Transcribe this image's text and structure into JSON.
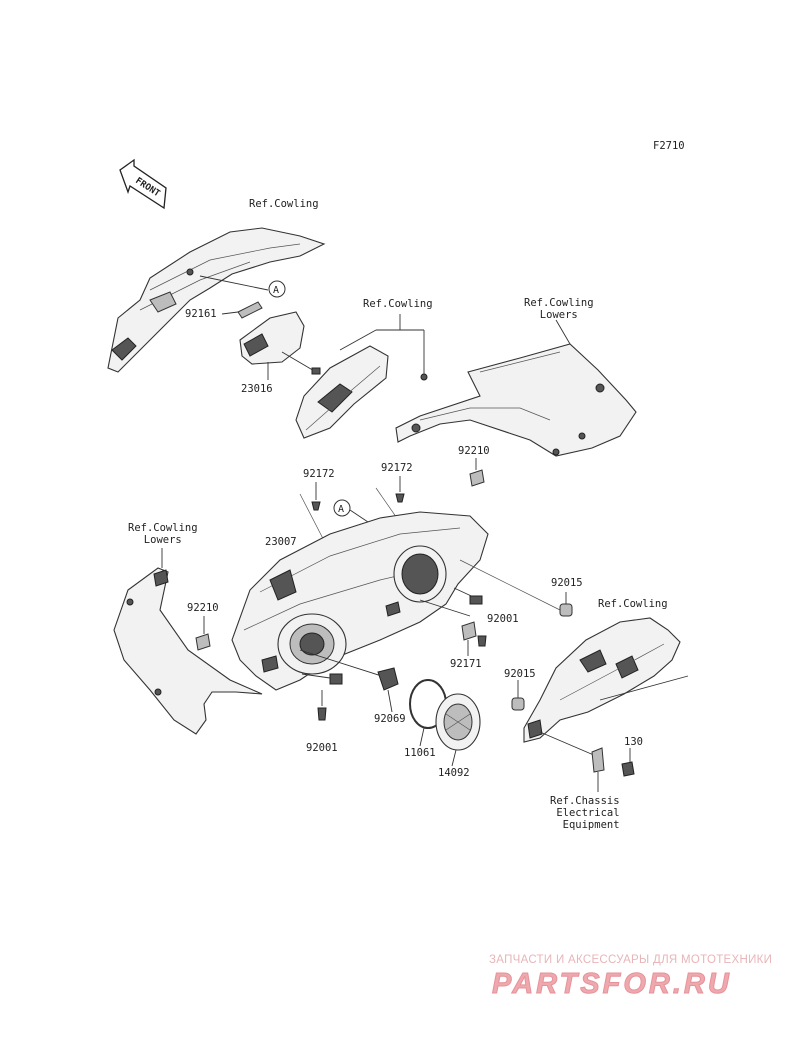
{
  "figure_code": "F2710",
  "front_arrow_label": "FRONT",
  "parts": [
    {
      "number": "92161"
    },
    {
      "number": "23016"
    },
    {
      "number": "92172"
    },
    {
      "number": "23007"
    },
    {
      "number": "92210"
    },
    {
      "number": "92001"
    },
    {
      "number": "92171"
    },
    {
      "number": "92069"
    },
    {
      "number": "11061"
    },
    {
      "number": "14092"
    },
    {
      "number": "92015"
    },
    {
      "number": "130"
    }
  ],
  "references": {
    "cowling": "Ref.Cowling",
    "cowling_lowers": "Ref.Cowling\nLowers",
    "chassis_electrical": "Ref.Chassis\nElectrical\nEquipment"
  },
  "callout_marker": "A",
  "watermark": {
    "top_text": "ЗАПЧАСТИ И АКСЕССУАРЫ ДЛЯ МОТОТЕХНИКИ",
    "brand": "PARTSFOR.RU"
  }
}
